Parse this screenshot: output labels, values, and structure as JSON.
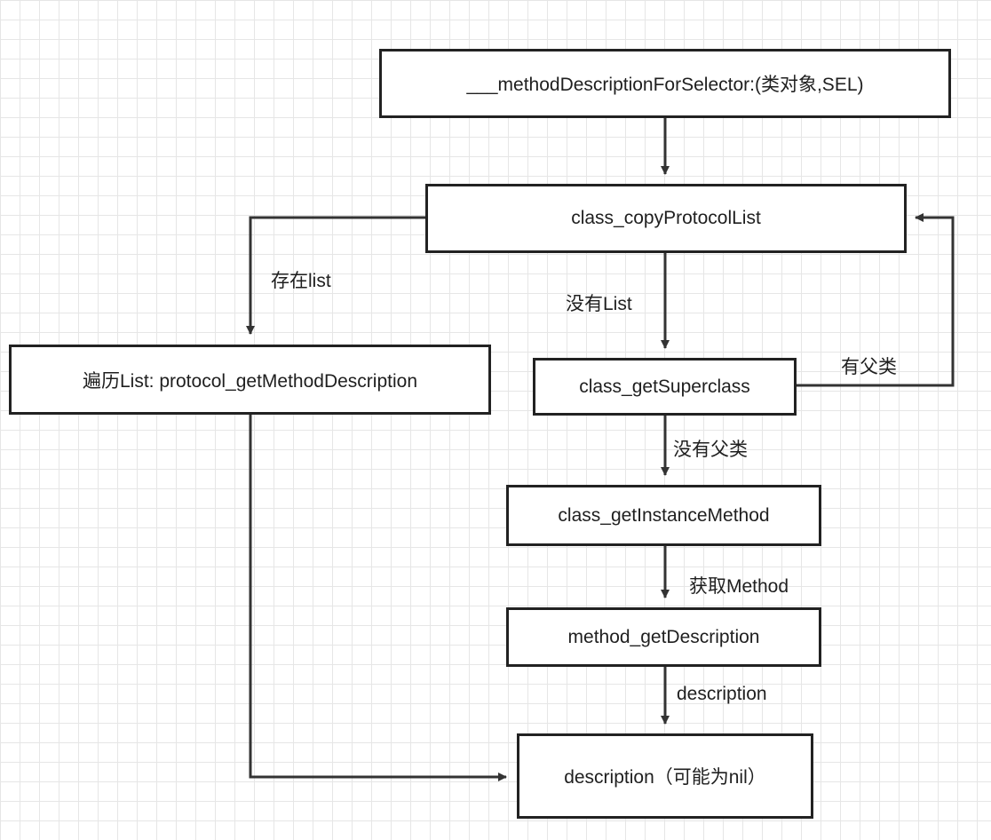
{
  "nodes": {
    "start": "___methodDescriptionForSelector:(类对象,SEL)",
    "copy_protocol_list": "class_copyProtocolList",
    "traverse_list": "遍历List: protocol_getMethodDescription",
    "get_superclass": "class_getSuperclass",
    "get_instance_method": "class_getInstanceMethod",
    "method_get_description": "method_getDescription",
    "result": "description（可能为nil）"
  },
  "edges": {
    "has_list": "存在list",
    "no_list": "没有List",
    "has_superclass": "有父类",
    "no_superclass": "没有父类",
    "get_method": "获取Method",
    "description": "description"
  }
}
